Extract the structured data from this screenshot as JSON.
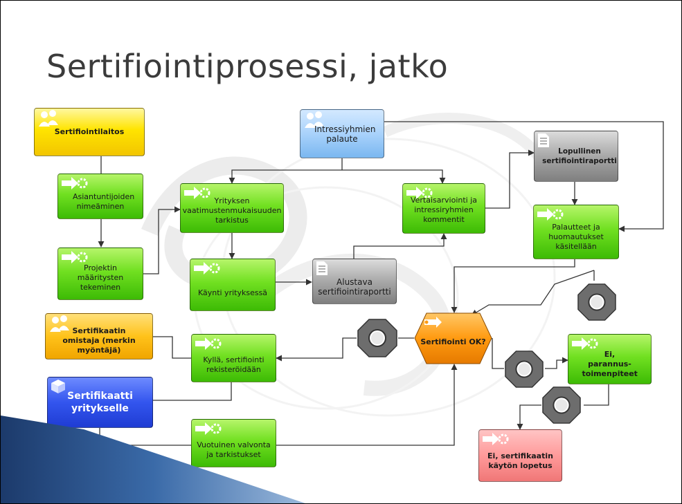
{
  "title": "Sertifiointiprosessi, jatko",
  "colors": {
    "activity_green": "#5fd31a",
    "report_gray": "#9a9a9a",
    "stakeholder_blue": "#a9d2fb",
    "org_yellow": "#ffe400",
    "owner_gold": "#ffc21a",
    "certificate_blue": "#3355ee",
    "end_pink": "#ff9a9a",
    "decision_orange": "#ff9a10",
    "gateway_gray": "#6d6d6d"
  },
  "icons": {
    "activity": "gear-arrow-icon",
    "report": "document-icon",
    "participant": "people-icon",
    "product": "cube-icon",
    "event": "start-event-icon",
    "gateway": "circle-gateway-icon"
  },
  "nodes": {
    "sertifiointilaitos": "Sertifiointilaitos",
    "asiantuntijat": "Asiantuntijoiden nimeäminen",
    "projekti": "Projektin määritysten tekeminen",
    "vaatimukset": "Yrityksen vaatimustenmukaisuuden tarkistus",
    "kaynti": "Käynti yrityksessä",
    "alustava": "Alustava sertifiointiraportti",
    "intressi": "Intressiyhmien palaute",
    "vertais": "Vertaisarviointi ja intressiryhmien kommentit",
    "lopullinen": "Lopullinen sertifiointiraportti",
    "palautteet": "Palautteet ja huomautukset käsitellään",
    "ok": "Sertifiointi OK?",
    "omistaja": "Sertifikaatin omistaja (merkin myöntäjä)",
    "kylla": "Kyllä, sertifiointi rekisteröidään",
    "sertifikaatti": "Sertifikaatti yritykselle",
    "valvonta": "Vuotuinen valvonta ja tarkistukset",
    "parannus": "Ei, parannus- toimenpiteet",
    "lopetus": "Ei, sertifikaatin käytön lopetus"
  }
}
